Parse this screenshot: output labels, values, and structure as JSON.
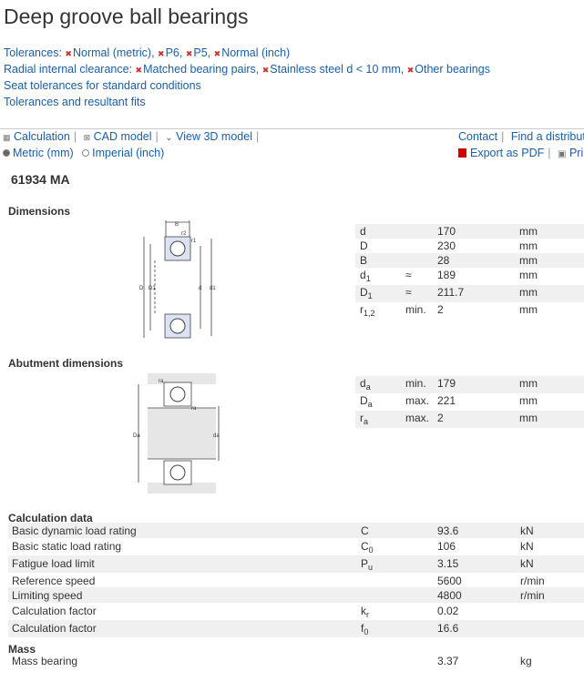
{
  "page_title": "Deep groove ball bearings",
  "links": {
    "tolerances_label": "Tolerances:",
    "tolerances_items": [
      "Normal (metric),",
      "P6,",
      "P5,",
      "Normal (inch)"
    ],
    "clearance_label": "Radial internal clearance:",
    "clearance_items": [
      "Matched bearing pairs,",
      "Stainless steel d < 10 mm,",
      "Other bearings"
    ],
    "seat_tolerances": "Seat tolerances for standard conditions",
    "tolerances_fits": "Tolerances and resultant fits"
  },
  "toolbar": {
    "calculation": "Calculation",
    "cad_model": "CAD model",
    "view_3d": "View 3D model",
    "metric": "Metric (mm)",
    "imperial": "Imperial (inch)",
    "contact": "Contact",
    "find_distributor": "Find a distributo",
    "export_pdf": "Export as PDF",
    "print": "Prir"
  },
  "designation": "61934 MA",
  "dimensions": {
    "heading": "Dimensions",
    "rows": [
      {
        "sym": "d",
        "q": "",
        "val": "170",
        "unit": "mm"
      },
      {
        "sym": "D",
        "q": "",
        "val": "230",
        "unit": "mm"
      },
      {
        "sym": "B",
        "q": "",
        "val": "28",
        "unit": "mm"
      },
      {
        "sym": "d",
        "sub": "1",
        "q": "≈",
        "val": "189",
        "unit": "mm"
      },
      {
        "sym": "D",
        "sub": "1",
        "q": "≈",
        "val": "211.7",
        "unit": "mm"
      },
      {
        "sym": "r",
        "sub": "1,2",
        "q": "min.",
        "val": "2",
        "unit": "mm"
      }
    ]
  },
  "abutment": {
    "heading": "Abutment dimensions",
    "rows": [
      {
        "sym": "d",
        "sub": "a",
        "q": "min.",
        "val": "179",
        "unit": "mm"
      },
      {
        "sym": "D",
        "sub": "a",
        "q": "max.",
        "val": "221",
        "unit": "mm"
      },
      {
        "sym": "r",
        "sub": "a",
        "q": "max.",
        "val": "2",
        "unit": "mm"
      }
    ]
  },
  "calculation": {
    "heading": "Calculation data",
    "rows": [
      {
        "label": "Basic dynamic load rating",
        "sym": "C",
        "sub": "",
        "val": "93.6",
        "unit": "kN"
      },
      {
        "label": "Basic static load rating",
        "sym": "C",
        "sub": "0",
        "val": "106",
        "unit": "kN"
      },
      {
        "label": "Fatigue load limit",
        "sym": "P",
        "sub": "u",
        "val": "3.15",
        "unit": "kN"
      },
      {
        "label": "Reference speed",
        "sym": "",
        "sub": "",
        "val": "5600",
        "unit": "r/min"
      },
      {
        "label": "Limiting speed",
        "sym": "",
        "sub": "",
        "val": "4800",
        "unit": "r/min"
      },
      {
        "label": "Calculation factor",
        "sym": "k",
        "sub": "r",
        "val": "0.02",
        "unit": ""
      },
      {
        "label": "Calculation factor",
        "sym": "f",
        "sub": "0",
        "val": "16.6",
        "unit": ""
      }
    ]
  },
  "mass": {
    "heading": "Mass",
    "label": "Mass bearing",
    "val": "3.37",
    "unit": "kg"
  },
  "diagram_labels": {
    "B": "B",
    "r2": "r2",
    "r1": "r1",
    "D": "D",
    "D1": "D1",
    "d": "d",
    "d1": "d1",
    "ra": "ra",
    "Da": "Da",
    "da": "da"
  }
}
